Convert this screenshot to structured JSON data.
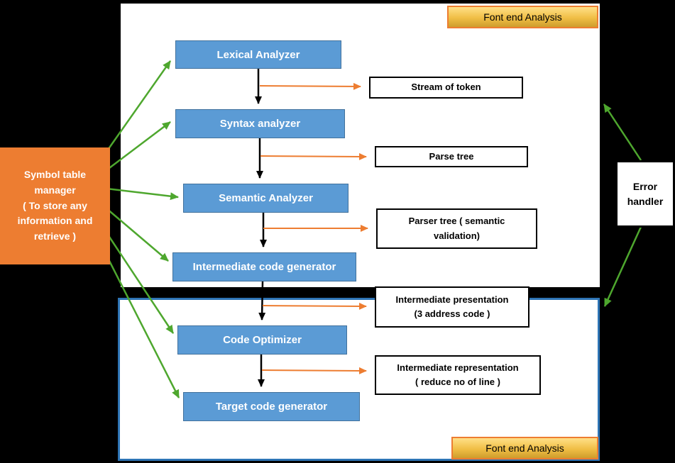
{
  "colors": {
    "background": "#000000",
    "process_fill": "#5B9BD5",
    "symbol_table_fill": "#ED7D31",
    "badge_gold": "#F0BE45",
    "badge_border": "#ED7D31",
    "arrow_green": "#4EA72E",
    "arrow_orange": "#ED7D31",
    "arrow_black": "#000000",
    "backend_panel_border": "#2E74B5"
  },
  "badges": {
    "top": "Font end Analysis",
    "bottom": "Font end Analysis"
  },
  "symbol_table_manager": {
    "title": "Symbol table manager",
    "subtitle": "( To store any information and retrieve )"
  },
  "error_handler": {
    "label": "Error handler"
  },
  "processes": [
    {
      "label": "Lexical Analyzer"
    },
    {
      "label": "Syntax analyzer"
    },
    {
      "label": "Semantic Analyzer"
    },
    {
      "label": "Intermediate code generator"
    },
    {
      "label": "Code Optimizer"
    },
    {
      "label": "Target code generator"
    }
  ],
  "outputs": [
    {
      "label": "Stream of token"
    },
    {
      "label": "Parse tree"
    },
    {
      "label": "Parser tree ( semantic\nvalidation)"
    },
    {
      "label": "Intermediate presentation\n(3 address code )"
    },
    {
      "label": "Intermediate representation\n( reduce no of line )"
    }
  ]
}
